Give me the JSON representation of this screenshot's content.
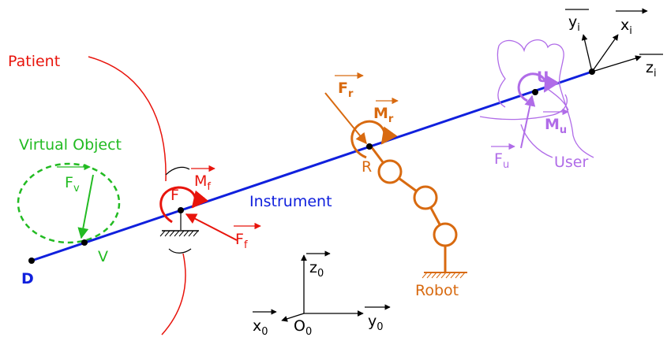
{
  "colors": {
    "patient": "#e8140c",
    "virtual": "#22bb22",
    "instrument": "#1020dd",
    "robot": "#d86a10",
    "user": "#b06ce8",
    "frame": "#000000"
  },
  "labels": {
    "patient": "Patient",
    "virtual_object": "Virtual Object",
    "instrument": "Instrument",
    "robot": "Robot",
    "user": "User",
    "point_d": "D",
    "point_v": "V",
    "point_f": "F",
    "point_r": "R",
    "point_u": "U",
    "origin": "O",
    "origin_sub": "0"
  },
  "vectors": {
    "fv": {
      "main": "F",
      "sub": "v"
    },
    "ff": {
      "main": "F",
      "sub": "f"
    },
    "mf": {
      "main": "M",
      "sub": "f"
    },
    "fr": {
      "main": "F",
      "sub": "r"
    },
    "mr": {
      "main": "M",
      "sub": "r"
    },
    "fu": {
      "main": "F",
      "sub": "u"
    },
    "mu": {
      "main": "M",
      "sub": "u"
    }
  },
  "axes": {
    "z0": {
      "main": "z",
      "sub": "0"
    },
    "y0": {
      "main": "y",
      "sub": "0"
    },
    "x0": {
      "main": "x",
      "sub": "0"
    },
    "zi": {
      "main": "z",
      "sub": "i"
    },
    "yi": {
      "main": "y",
      "sub": "i"
    },
    "xi": {
      "main": "x",
      "sub": "i"
    }
  }
}
